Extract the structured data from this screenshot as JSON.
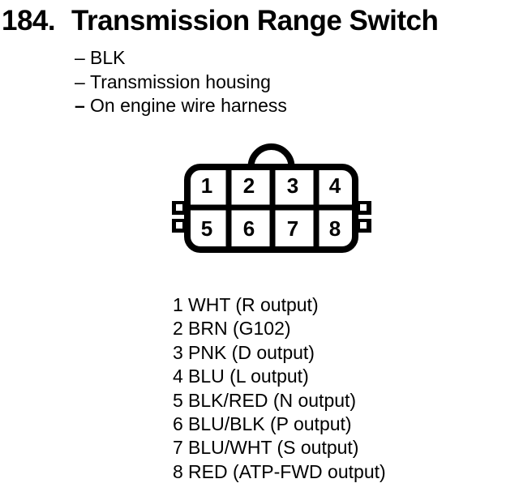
{
  "colors": {
    "ink": "#000000",
    "paper": "#ffffff"
  },
  "header": {
    "index": "184.",
    "title": "Transmission Range Switch"
  },
  "attributes": [
    {
      "prefix": "–",
      "text": "BLK"
    },
    {
      "prefix": "–",
      "text": "Transmission housing"
    },
    {
      "prefix": "–",
      "text": "On engine wire harness"
    }
  ],
  "connector": {
    "description": "8-pin connector face view, 2 rows of 4 cavities",
    "rows": [
      [
        "1",
        "2",
        "3",
        "4"
      ],
      [
        "5",
        "6",
        "7",
        "8"
      ]
    ]
  },
  "pinout": [
    {
      "pin": "1",
      "label": "WHT (R output)"
    },
    {
      "pin": "2",
      "label": "BRN (G102)"
    },
    {
      "pin": "3",
      "label": "PNK (D output)"
    },
    {
      "pin": "4",
      "label": "BLU (L output)"
    },
    {
      "pin": "5",
      "label": "BLK/RED (N output)"
    },
    {
      "pin": "6",
      "label": "BLU/BLK (P output)"
    },
    {
      "pin": "7",
      "label": "BLU/WHT (S output)"
    },
    {
      "pin": "8",
      "label": "RED (ATP-FWD output)"
    }
  ]
}
